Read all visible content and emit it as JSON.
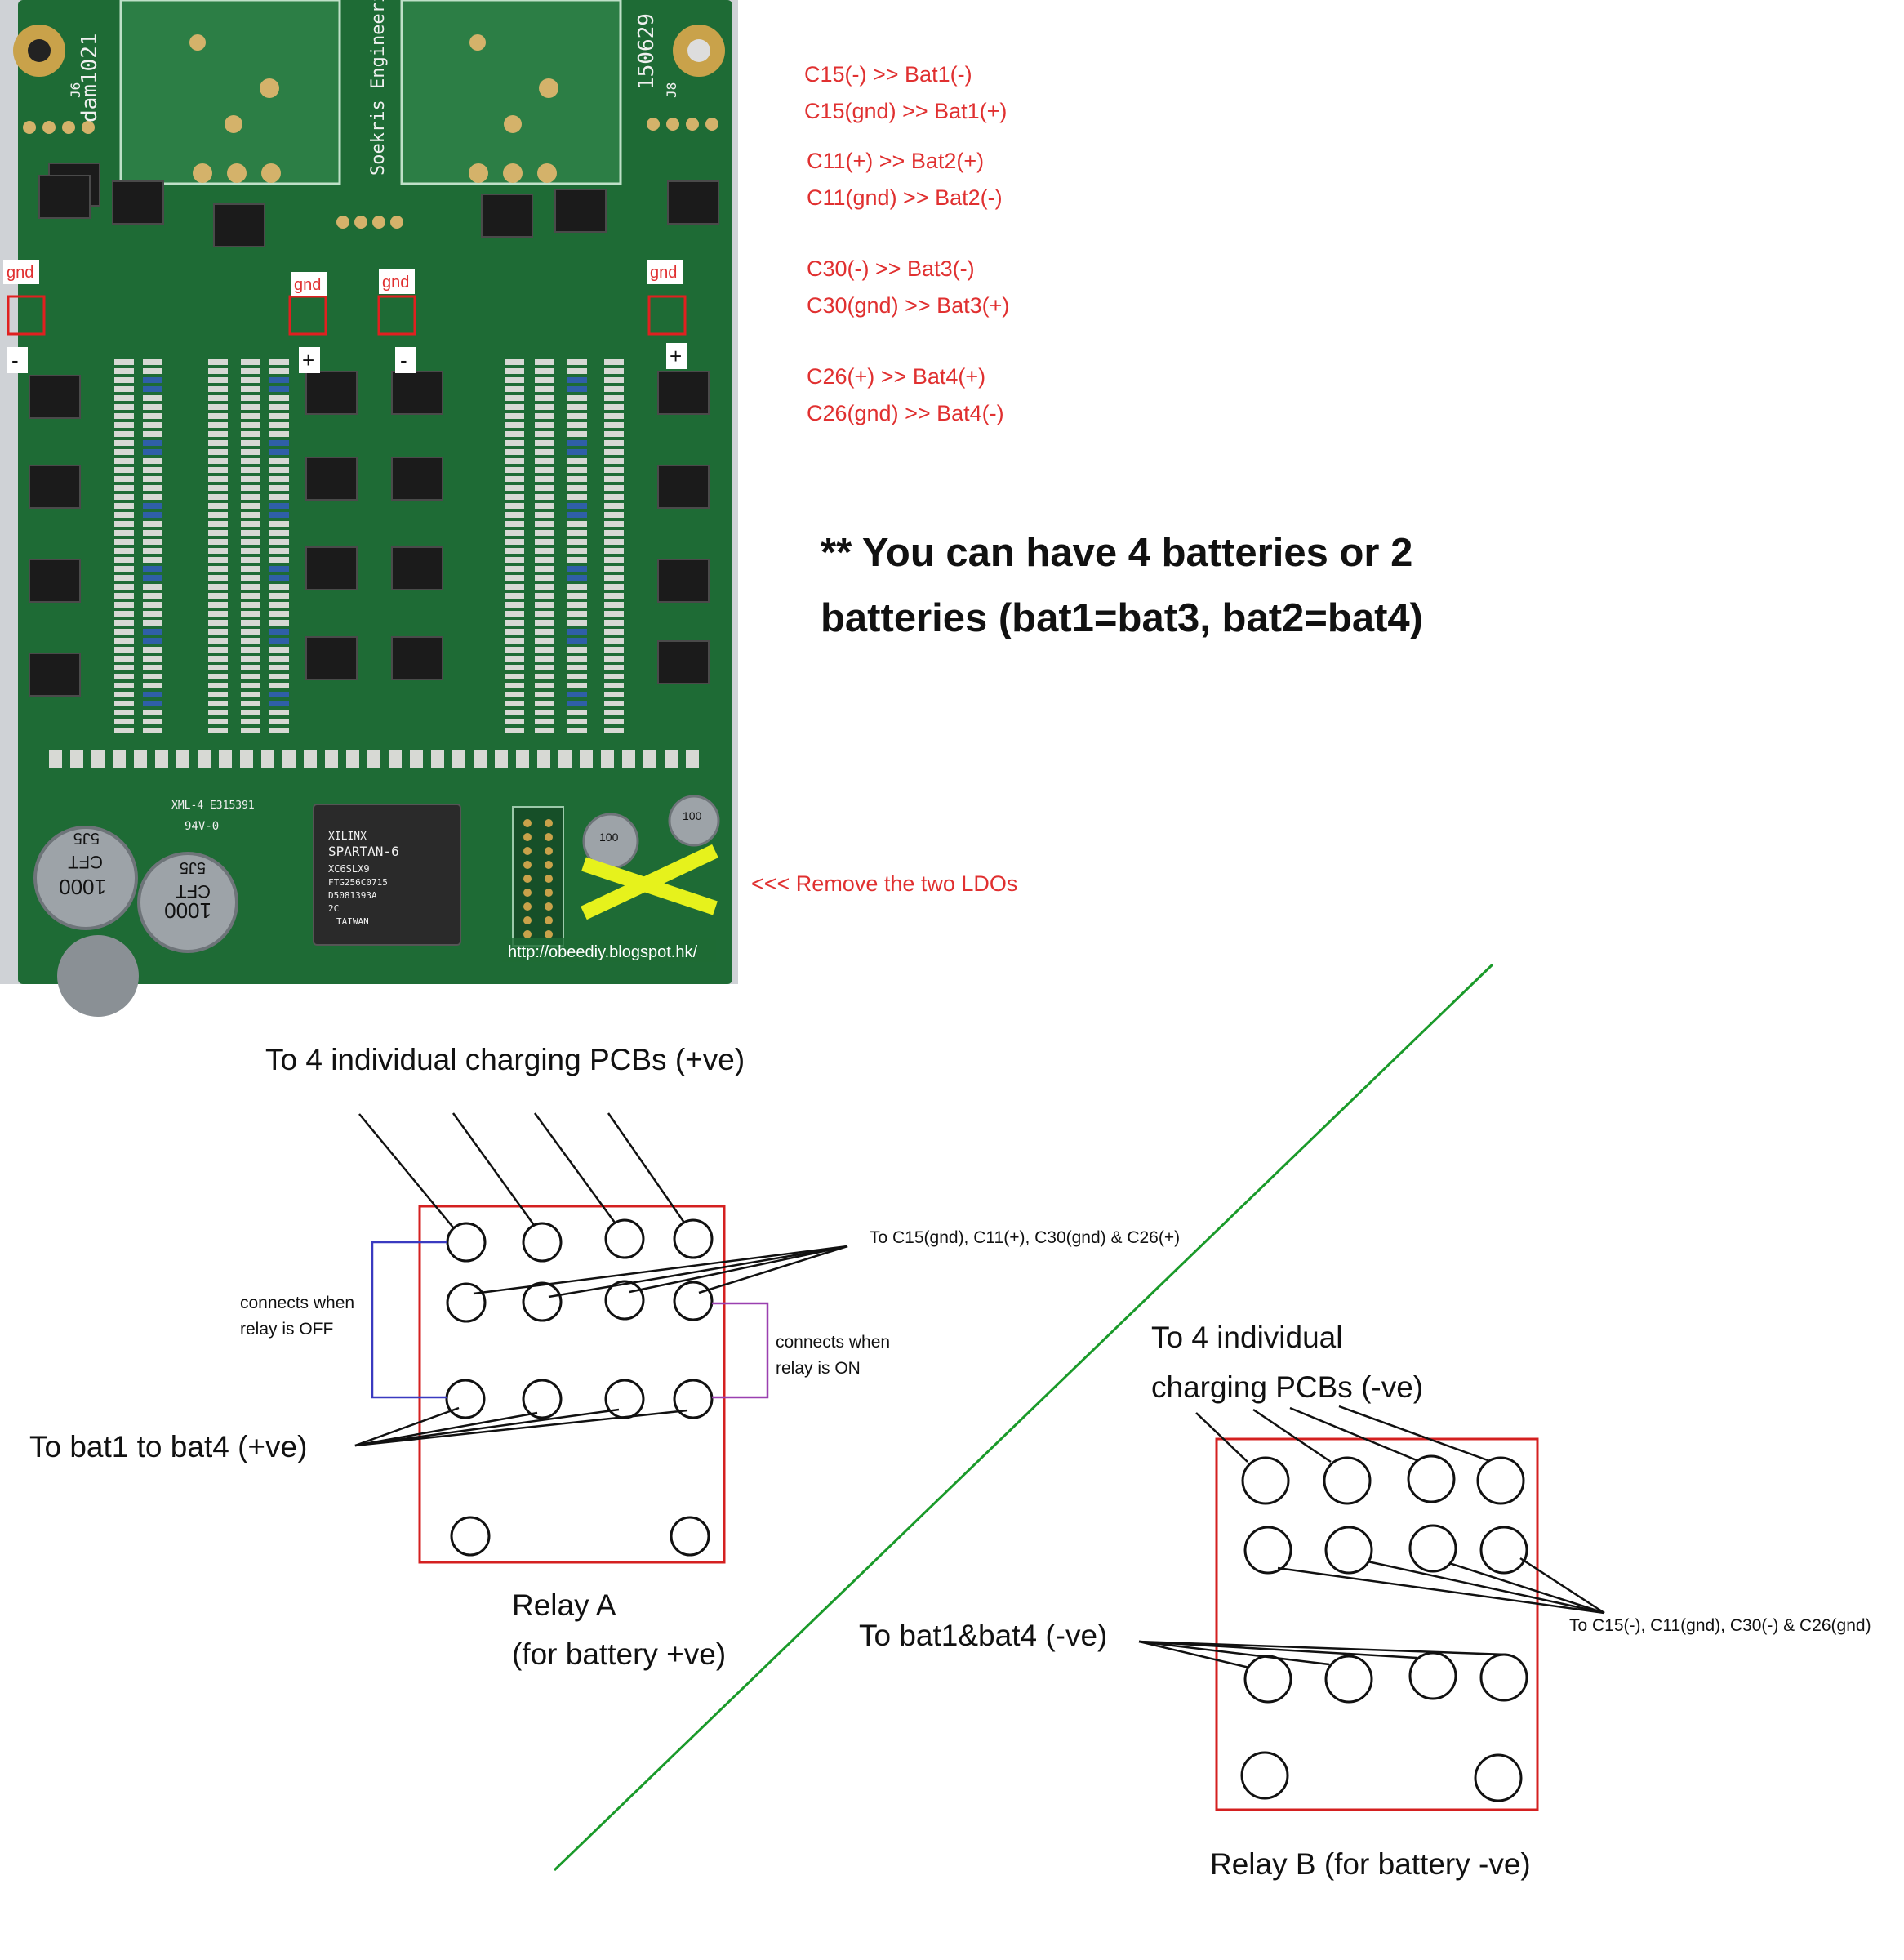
{
  "pcb_photo": {
    "board_text": {
      "left_id": "dam1021",
      "right_id": "150629",
      "maker": "Soekris Engineering",
      "j6": "J6",
      "j8": "J8",
      "chip_brand": "XILINX",
      "chip_family": "SPARTAN-6",
      "chip_model": "XC6SLX9",
      "chip_code1": "FTG256C0715",
      "chip_code2": "D5081393A",
      "chip_grade": "2C",
      "chip_origin": "TAIWAN",
      "cap_marking": "1000",
      "cap_series": "CFT",
      "cap_voltage": "5J5",
      "small_cap_marking": "100",
      "fab_mark": "94V-0",
      "fab_id": "XML-4 E315391"
    },
    "gnd_labels": [
      "gnd",
      "gnd",
      "gnd",
      "gnd"
    ],
    "polarity_labels": [
      "-",
      "+",
      "-",
      "+"
    ],
    "watermark": "http://obeediy.blogspot.hk/",
    "colors": {
      "board": "#1e6b35",
      "highlight_box": "#e02020",
      "remove_mark": "#e6f21c"
    }
  },
  "mapping": [
    "C15(-) >> Bat1(-)",
    "C15(gnd) >> Bat1(+)",
    "C11(+) >> Bat2(+)",
    "C11(gnd) >> Bat2(-)",
    "C30(-) >> Bat3(-)",
    "C30(gnd) >> Bat3(+)",
    "C26(+) >> Bat4(+)",
    "C26(gnd) >> Bat4(-)"
  ],
  "note": {
    "line1": "** You can have 4 batteries or 2",
    "line2": "batteries (bat1=bat3, bat2=bat4)"
  },
  "remove_note": "<<< Remove the two LDOs",
  "relay_a": {
    "top_label": "To 4 individual charging PCBs (+ve)",
    "right_label": "To C15(gnd), C11(+), C30(gnd) & C26(+)",
    "off_label_1": "connects when",
    "off_label_2": "relay is OFF",
    "on_label_1": "connects when",
    "on_label_2": "relay is ON",
    "left_label": "To bat1 to bat4 (+ve)",
    "caption_1": "Relay A",
    "caption_2": "(for battery +ve)"
  },
  "relay_b": {
    "top_label_1": "To 4 individual",
    "top_label_2": "charging PCBs (-ve)",
    "right_label": "To C15(-), C11(gnd), C30(-) & C26(gnd)",
    "left_label": "To bat1&bat4 (-ve)",
    "caption": "Relay B (for battery -ve)"
  },
  "colors": {
    "red_text": "#e03030",
    "relay_box": "#d42020",
    "divider": "#1a9a2a",
    "off_wire": "#3a3ac0",
    "on_wire": "#9a40b0"
  }
}
